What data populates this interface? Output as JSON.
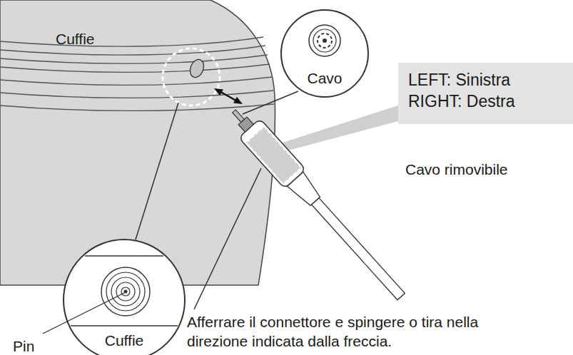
{
  "diagram": {
    "nodes": [
      {
        "text": [
          "Cuffie"
        ]
      },
      {
        "text": [
          "Cavo"
        ]
      },
      {
        "text": [
          "LEFT: Sinistra",
          "RIGHT: Destra"
        ]
      },
      {
        "text": [
          "Cuffie"
        ]
      }
    ],
    "labels": [
      "Cavo rimovibile",
      "Pin",
      "Afferrare il connettore e spingere o tira nella direzione indicata dalla freccia."
    ]
  }
}
